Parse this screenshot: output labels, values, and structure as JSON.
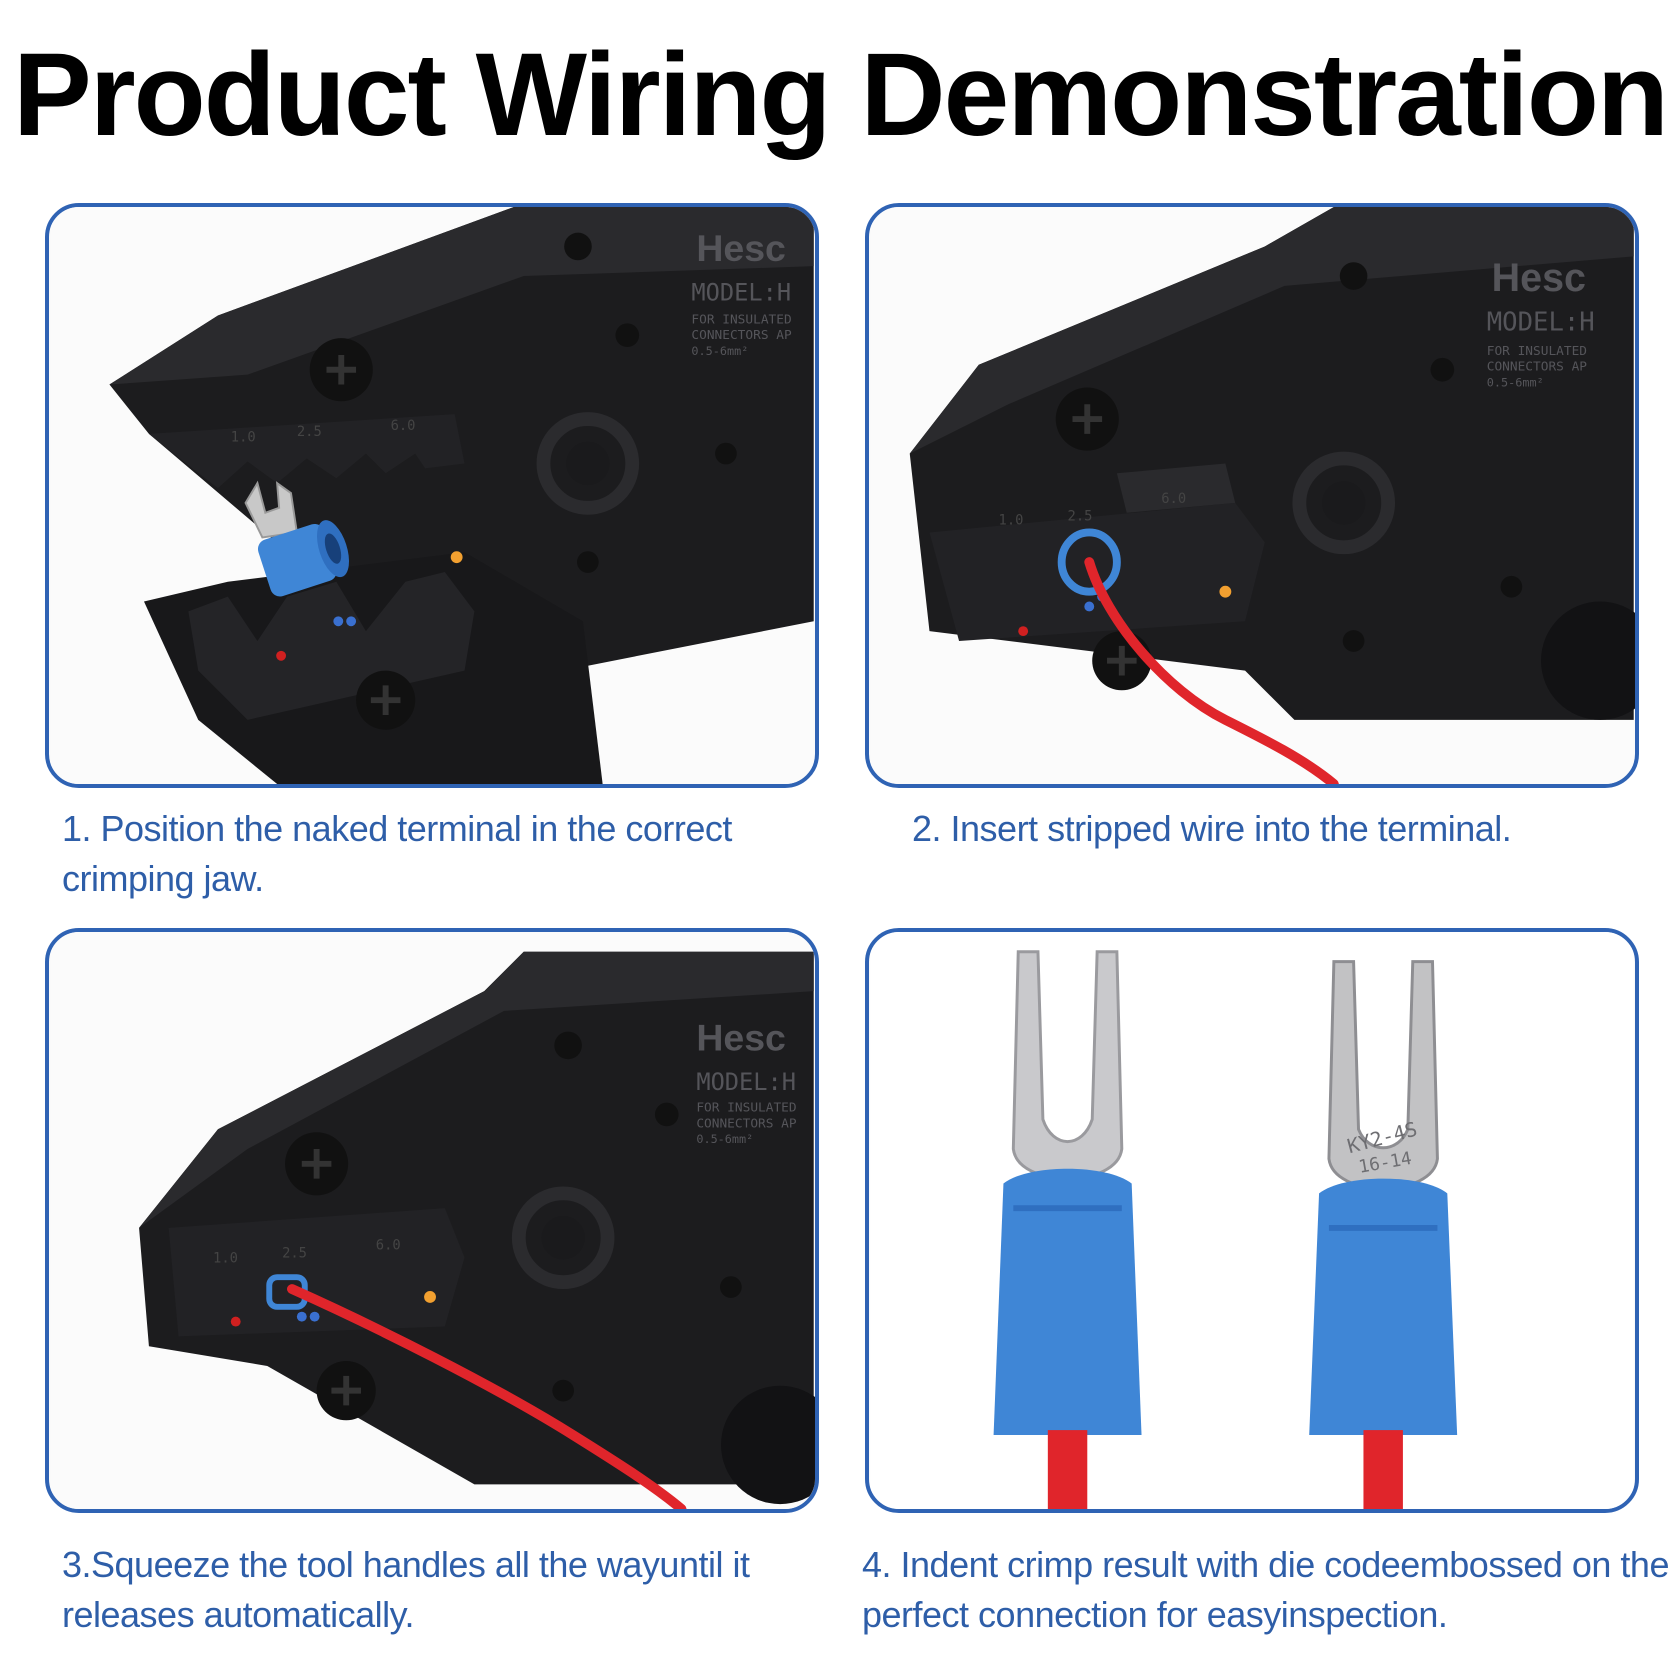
{
  "title": "Product Wiring Demonstration",
  "tool_label": {
    "brand": "Hesc",
    "model": "MODEL:H",
    "line1": "FOR INSULATED",
    "line2": "CONNECTORS AP",
    "range": "0.5-6mm²",
    "jaw_sizes": [
      "1.0",
      "2.5",
      "6.0"
    ]
  },
  "terminal_marking": {
    "line1": "KY2-4S",
    "line2": "16-14"
  },
  "steps": [
    {
      "caption": "1. Position the naked terminal in the correct crimping jaw."
    },
    {
      "caption": "2. Insert stripped wire into the terminal."
    },
    {
      "caption": "3.Squeeze the tool handles all the wayuntil it releases automatically."
    },
    {
      "caption": "4. Indent crimp result with die codeembossed on the perfect connection for easyinspection."
    }
  ],
  "colors": {
    "accent": "#2f63b4",
    "caption": "#2e5ea8",
    "tool": "#1b1b1d",
    "terminal_blue": "#3f86d6",
    "wire_red": "#e0252b"
  }
}
